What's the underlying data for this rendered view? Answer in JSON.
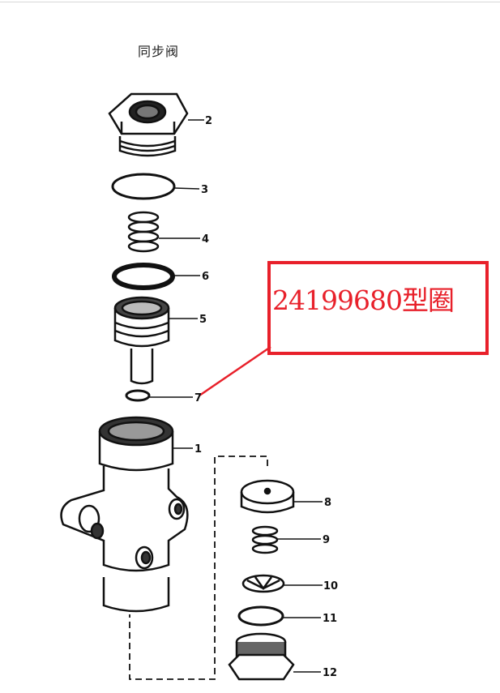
{
  "title": "同步阀",
  "callout": {
    "text": "24199680型圈",
    "color": "#e8202a",
    "points_to_part": "7"
  },
  "parts": [
    {
      "number": "2"
    },
    {
      "number": "3"
    },
    {
      "number": "4"
    },
    {
      "number": "6"
    },
    {
      "number": "5"
    },
    {
      "number": "7"
    },
    {
      "number": "1"
    },
    {
      "number": "8"
    },
    {
      "number": "9"
    },
    {
      "number": "10"
    },
    {
      "number": "11"
    },
    {
      "number": "12"
    }
  ]
}
